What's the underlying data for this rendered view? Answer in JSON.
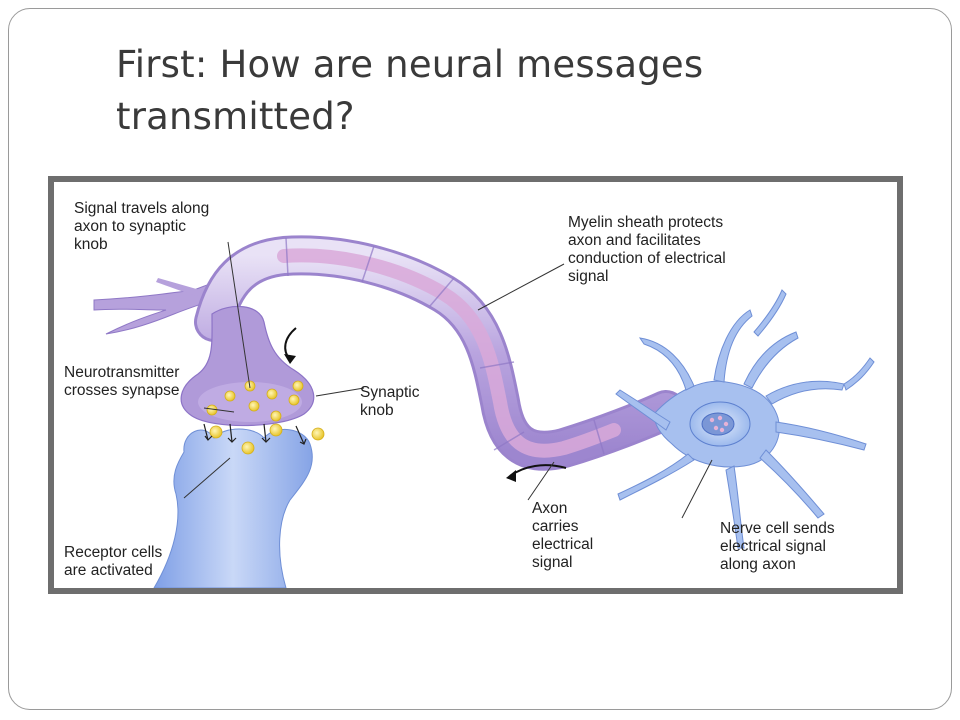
{
  "slide": {
    "title": "First: How are neural messages transmitted?"
  },
  "diagram": {
    "labels": {
      "signal_travels": "Signal travels along\naxon to synaptic\nknob",
      "myelin_sheath": "Myelin sheath protects\naxon and facilitates\nconduction of electrical\nsignal",
      "neurotransmitter": "Neurotransmitter\ncrosses synapse",
      "synaptic_knob": "Synaptic\nknob",
      "axon": "Axon\ncarries\nelectrical\nsignal",
      "nerve_cell": "Nerve cell sends\nelectrical signal\nalong axon",
      "receptor_cells": "Receptor cells\nare activated"
    },
    "colors": {
      "frame": "#6e6e6e",
      "neuron_body": "#a9c3ee",
      "axon_purple": "#b8a3dd",
      "myelin_pink": "#d7a8d8",
      "neurotransmitter_dots": "#f3d64a",
      "receptor_blue": "#9db7ee"
    }
  }
}
